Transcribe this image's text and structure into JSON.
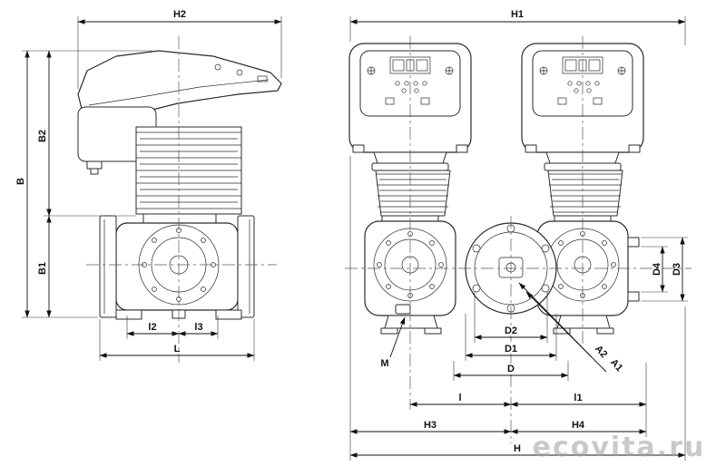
{
  "watermark": {
    "text": "ecovita.ru"
  },
  "colors": {
    "line": "#2b2b2b",
    "dimension": "#111111",
    "centerline": "#555555",
    "watermark": "#9e9e9e",
    "background": "#ffffff"
  },
  "side_view": {
    "h2": "H2",
    "b": "B",
    "b2": "B2",
    "b1": "B1",
    "l2": "l2",
    "l3": "l3",
    "l": "L"
  },
  "front_view": {
    "h1": "H1",
    "d4": "D4",
    "d3": "D3",
    "m": "M",
    "d2": "D2",
    "d1": "D1",
    "d": "D",
    "a2": "A2",
    "a1": "A1",
    "l": "l",
    "l1": "l1",
    "h3": "H3",
    "h4": "H4",
    "h": "H"
  }
}
